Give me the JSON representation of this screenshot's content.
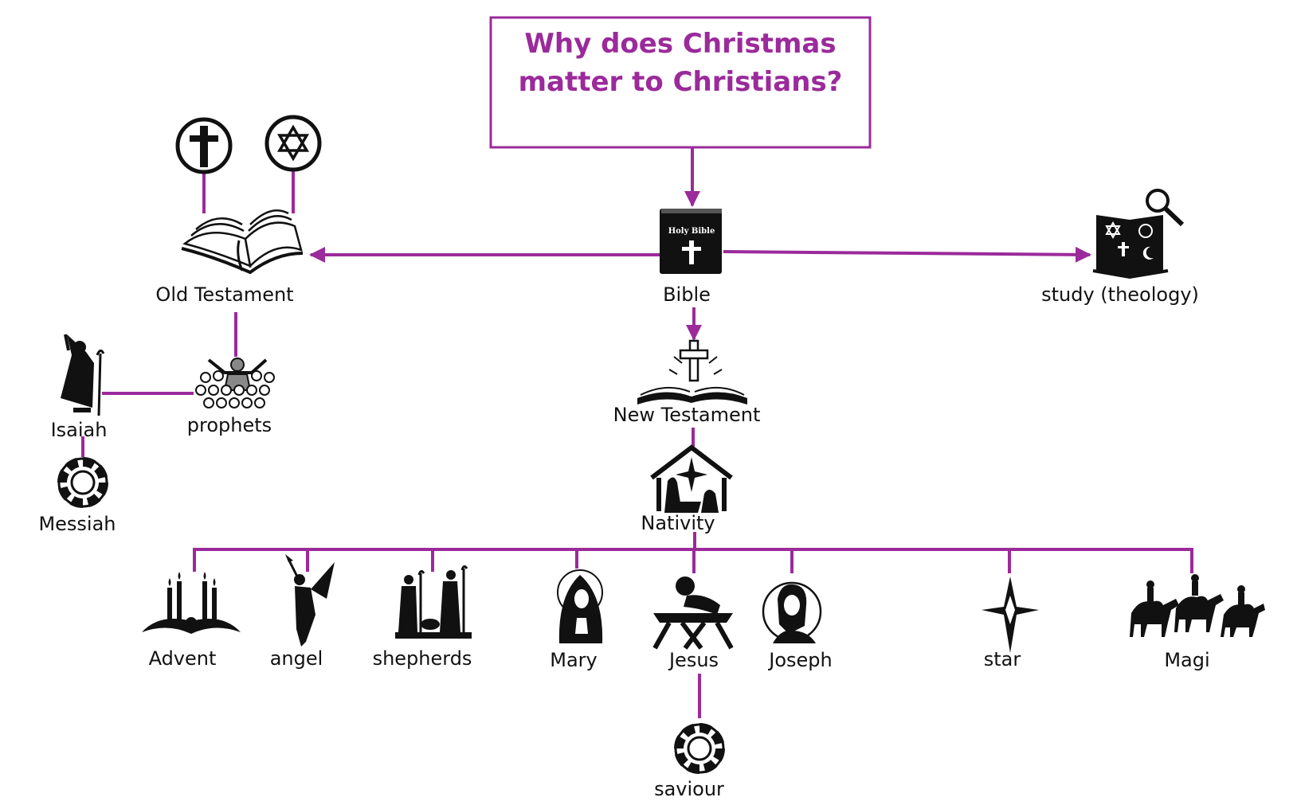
{
  "title": {
    "line1": "Why does Christmas",
    "line2": "matter to Christians?"
  },
  "colors": {
    "accent": "#9b2a9b",
    "ink": "#111111",
    "background": "#ffffff"
  },
  "book_cover_text": "Holy Bible",
  "nodes": {
    "bible": "Bible",
    "old_testament": "Old Testament",
    "study": "study (theology)",
    "new_testament": "New Testament",
    "prophets": "prophets",
    "isaiah": "Isaiah",
    "messiah": "Messiah",
    "nativity": "Nativity",
    "advent": "Advent",
    "angel": "angel",
    "shepherds": "shepherds",
    "mary": "Mary",
    "jesus": "Jesus",
    "joseph": "Joseph",
    "star": "star",
    "magi": "Magi",
    "saviour": "saviour"
  },
  "icons": {
    "christianity_symbol": "cross-in-circle-icon",
    "judaism_symbol": "star-of-david-icon",
    "old_testament": "open-book-icon",
    "bible": "holy-bible-icon",
    "study": "world-religions-book-magnifier-icon",
    "new_testament": "book-with-cross-icon",
    "prophets": "crowd-icon",
    "isaiah": "prophet-with-staff-icon",
    "messiah": "lifebuoy-icon",
    "nativity": "nativity-stable-icon",
    "advent": "advent-candles-icon",
    "angel": "angel-trumpet-icon",
    "shepherds": "shepherds-icon",
    "mary": "mary-icon",
    "jesus": "baby-in-manger-icon",
    "joseph": "joseph-icon",
    "star": "four-point-star-icon",
    "magi": "camels-magi-icon",
    "saviour": "lifebuoy-icon"
  }
}
